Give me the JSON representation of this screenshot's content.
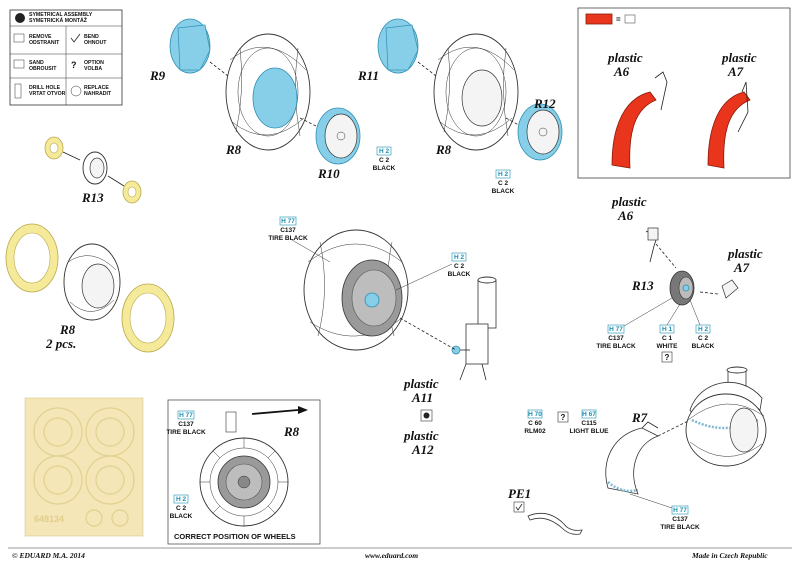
{
  "legend": {
    "symmetrical": [
      "SYMETRICAL ASSEMBLY",
      "SYMETRICKÁ MONTÁŽ"
    ],
    "remove": [
      "REMOVE",
      "ODSTRANIT"
    ],
    "bend": [
      "BEND",
      "OHNOUT"
    ],
    "sand": [
      "SAND",
      "OBROUSIT"
    ],
    "option": [
      "OPTION",
      "VOLBA"
    ],
    "drill": [
      "DRILL HOLE",
      "VRTAT OTVOR"
    ],
    "replace": [
      "REPLACE",
      "NAHRADIT"
    ]
  },
  "parts": {
    "r9": "R9",
    "r8_top": "R8",
    "r10": "R10",
    "r11": "R11",
    "r8_top2": "R8",
    "r12": "R12",
    "r13_left": "R13",
    "r8_pcs": "R8",
    "pcs": "2 pcs.",
    "r8_correct": "R8",
    "r13_right": "R13",
    "r7": "R7",
    "pe1": "PE1"
  },
  "plastic": {
    "a6_top": [
      "plastic",
      "A6"
    ],
    "a7_top": [
      "plastic",
      "A7"
    ],
    "a6_right": [
      "plastic",
      "A6"
    ],
    "a7_right": [
      "plastic",
      "A7"
    ],
    "a11": [
      "plastic",
      "A11"
    ],
    "a12": [
      "plastic",
      "A12"
    ]
  },
  "paint": {
    "r10_code": [
      "H 2",
      "C 2",
      "BLACK"
    ],
    "r12_code": [
      "H 2",
      "C 2",
      "BLACK"
    ],
    "tire_center": [
      "H 77",
      "C137",
      "TIRE BLACK"
    ],
    "hub_center": [
      "H 2",
      "C 2",
      "BLACK"
    ],
    "right_tire": [
      "H 77",
      "C137",
      "TIRE BLACK"
    ],
    "right_white": [
      "H 1",
      "C 1",
      "WHITE"
    ],
    "right_black": [
      "H 2",
      "C 2",
      "BLACK"
    ],
    "correct_tire": [
      "H 77",
      "C137",
      "TIRE BLACK"
    ],
    "correct_hub": [
      "H 2",
      "C 2",
      "BLACK"
    ],
    "rlm02": [
      "H 70",
      "C 60",
      "RLM02"
    ],
    "light_blue": [
      "H 67",
      "C115",
      "LIGHT BLUE"
    ],
    "r7_tire": [
      "H 77",
      "C137",
      "TIRE BLACK"
    ]
  },
  "correct_position": "CORRECT POSITION OF WHEELS",
  "mask_number": "648134",
  "option_mark": "?",
  "footer": {
    "left": "© EDUARD  M.A. 2014",
    "center": "www.eduard.com",
    "right": "Made in Czech Republic"
  },
  "colors": {
    "mask_blue": "#87cfe8",
    "photoetch_gold": "#f5e99a",
    "replace_red": "#e8351c",
    "code_blue": "#1a8fb0"
  }
}
